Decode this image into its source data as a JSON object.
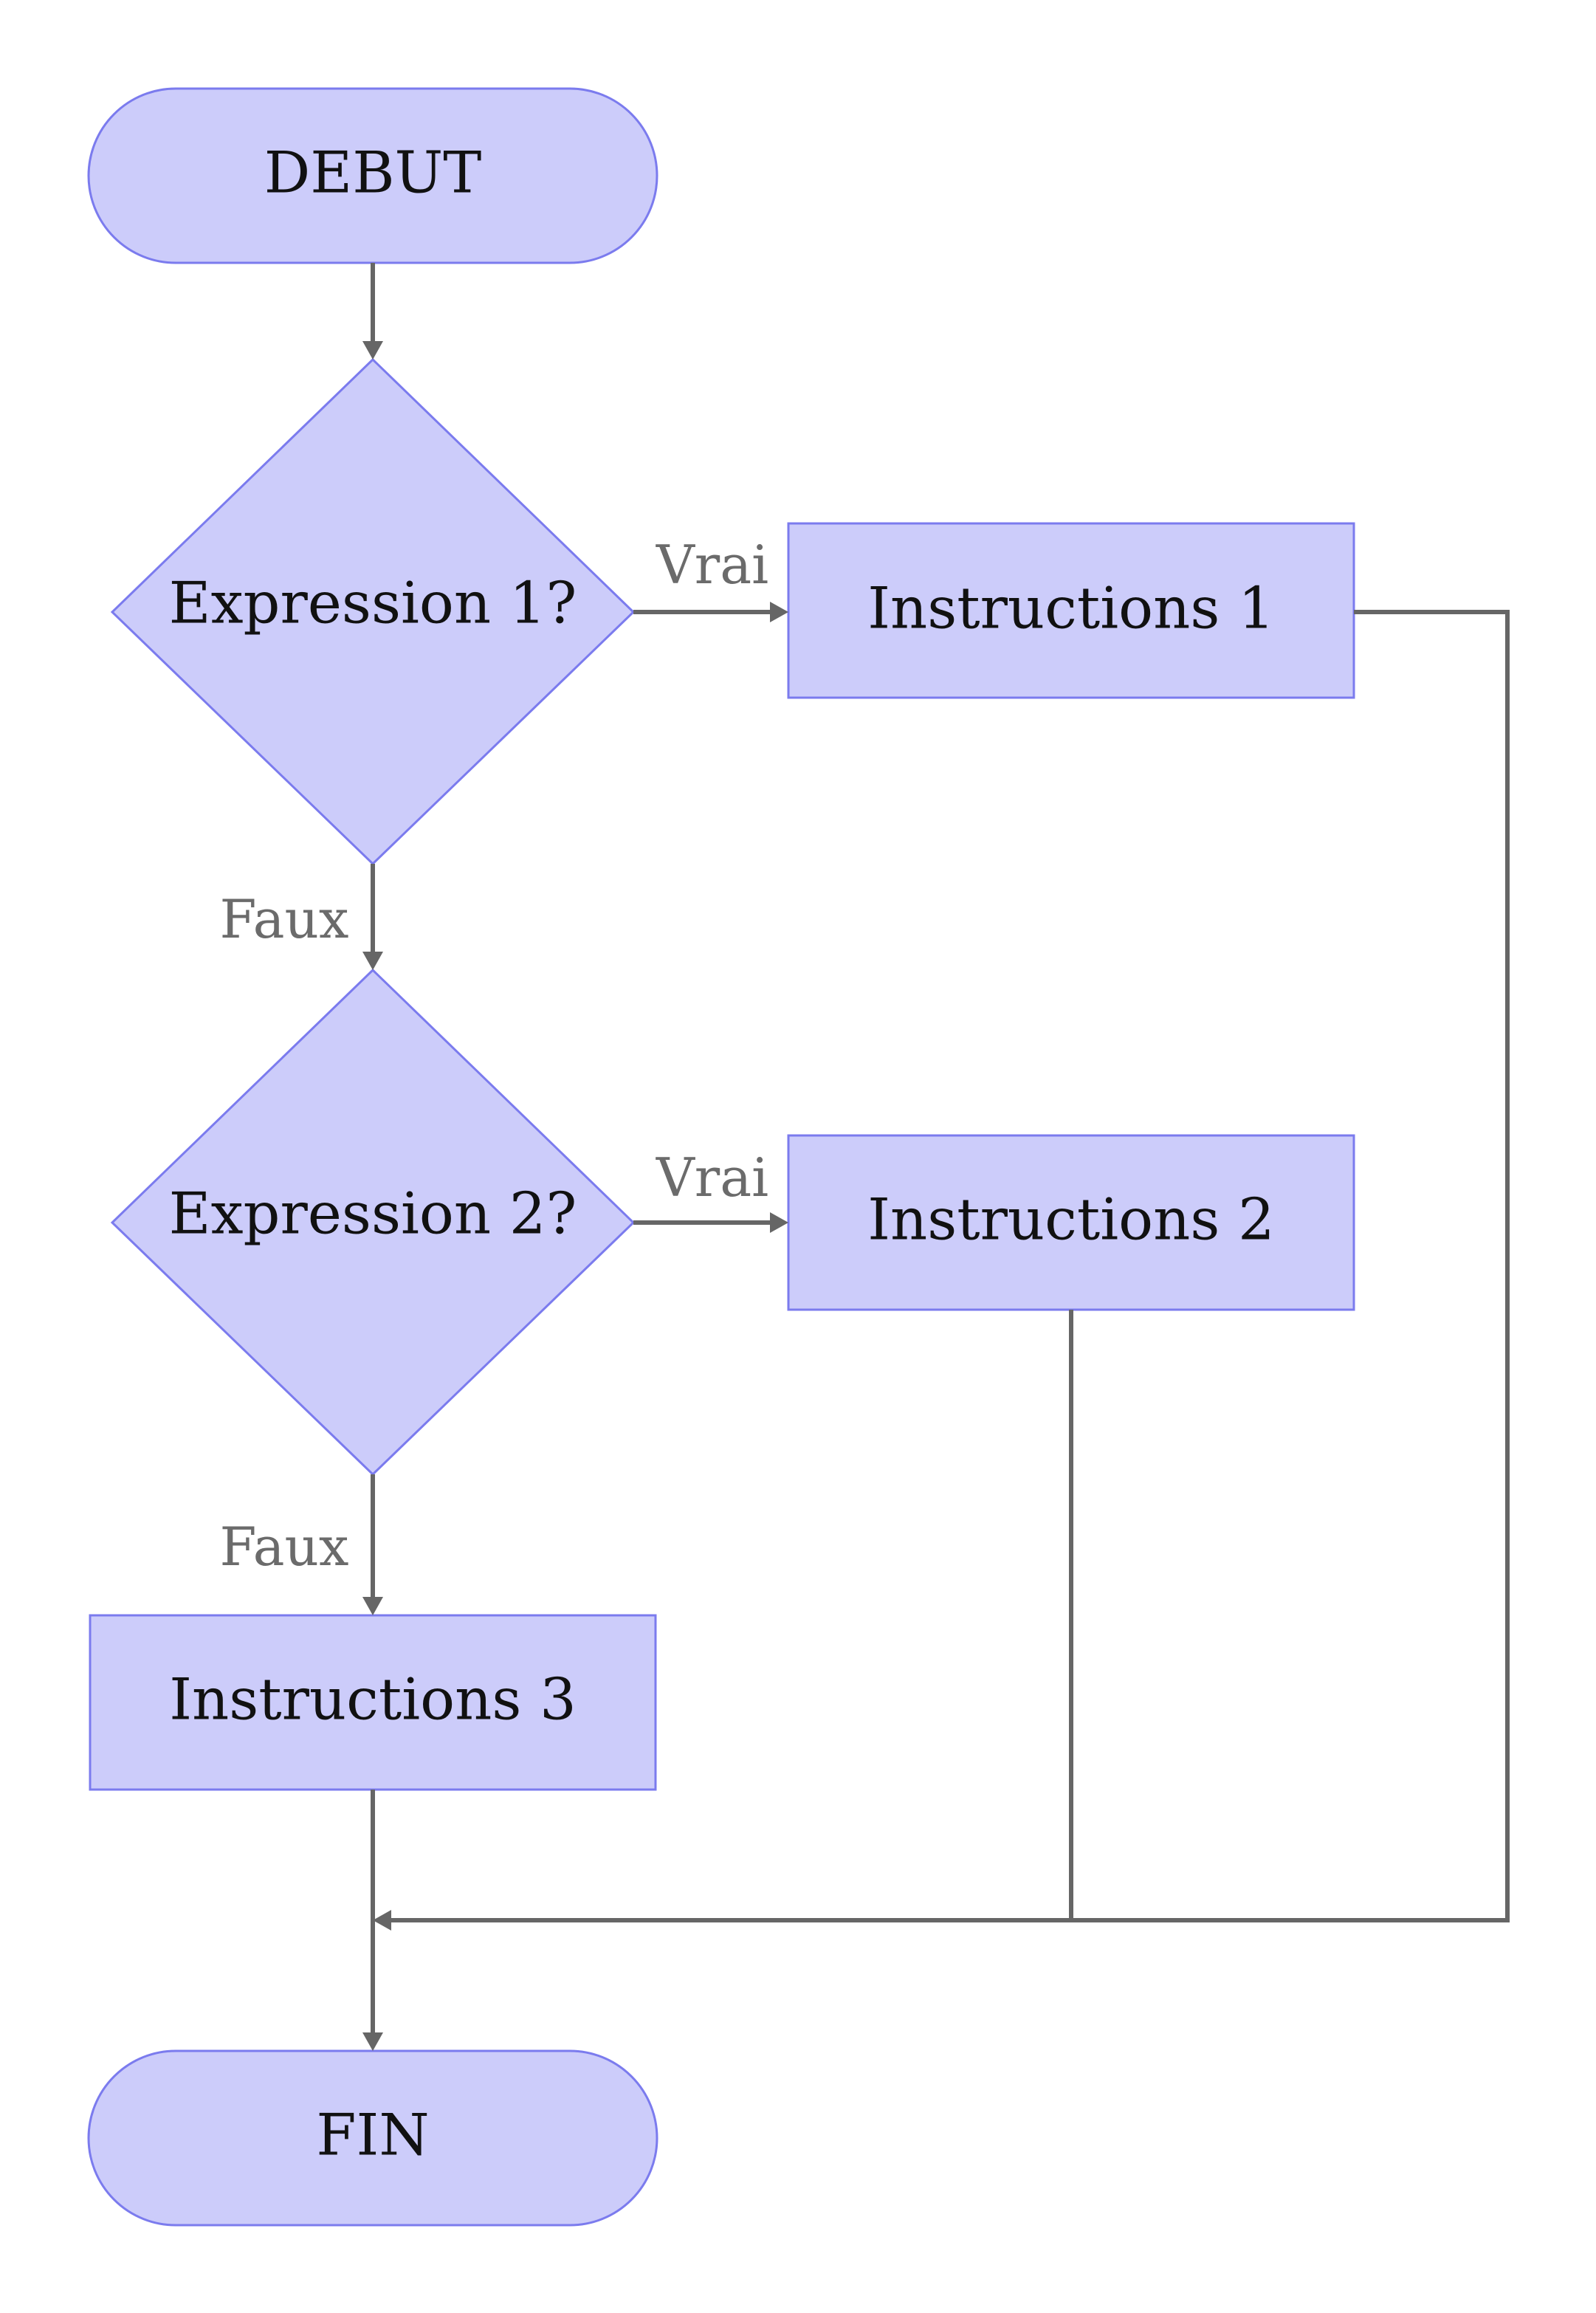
{
  "nodes": {
    "start": "DEBUT",
    "decision1": "Expression 1?",
    "decision2": "Expression 2?",
    "instructions1": "Instructions 1",
    "instructions2": "Instructions 2",
    "instructions3": "Instructions 3",
    "end": "FIN"
  },
  "edge_labels": {
    "decision1_true": "Vrai",
    "decision1_false": "Faux",
    "decision2_true": "Vrai",
    "decision2_false": "Faux"
  }
}
